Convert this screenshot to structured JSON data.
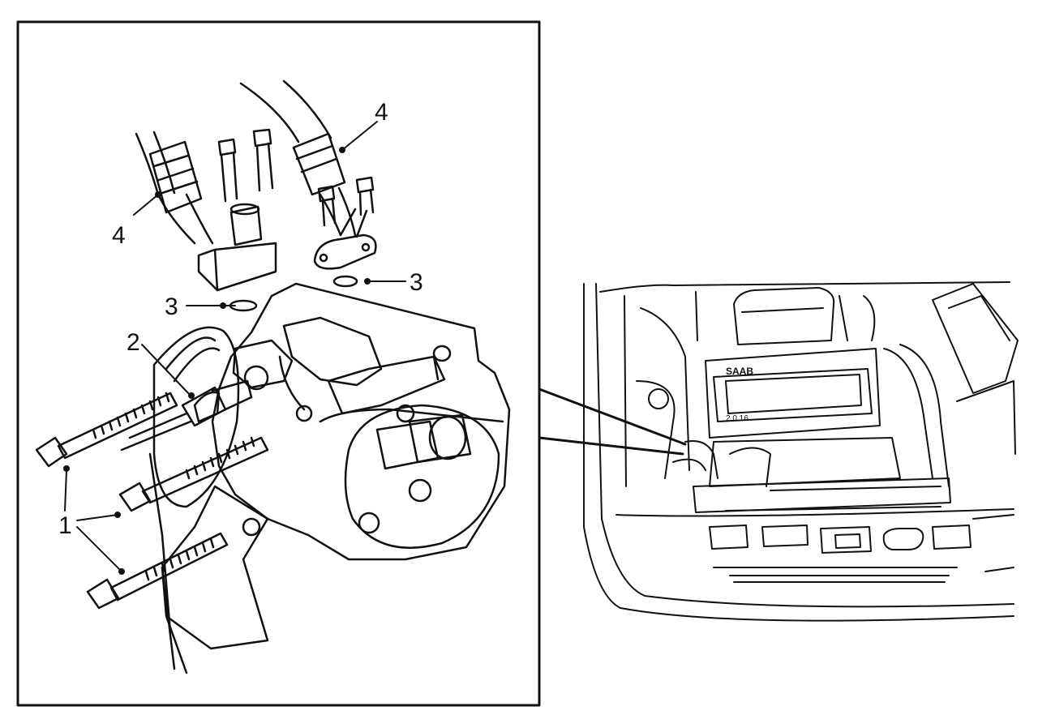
{
  "figure": {
    "callouts": [
      {
        "id": "c1",
        "text": "1"
      },
      {
        "id": "c2",
        "text": "2"
      },
      {
        "id": "c3a",
        "text": "3"
      },
      {
        "id": "c3b",
        "text": "3"
      },
      {
        "id": "c4a",
        "text": "4"
      },
      {
        "id": "c4b",
        "text": "4"
      }
    ],
    "engine_logo": "SAAB",
    "engine_badge": "2.0 16",
    "colors": {
      "ink": "#111111",
      "paper": "#ffffff"
    }
  }
}
